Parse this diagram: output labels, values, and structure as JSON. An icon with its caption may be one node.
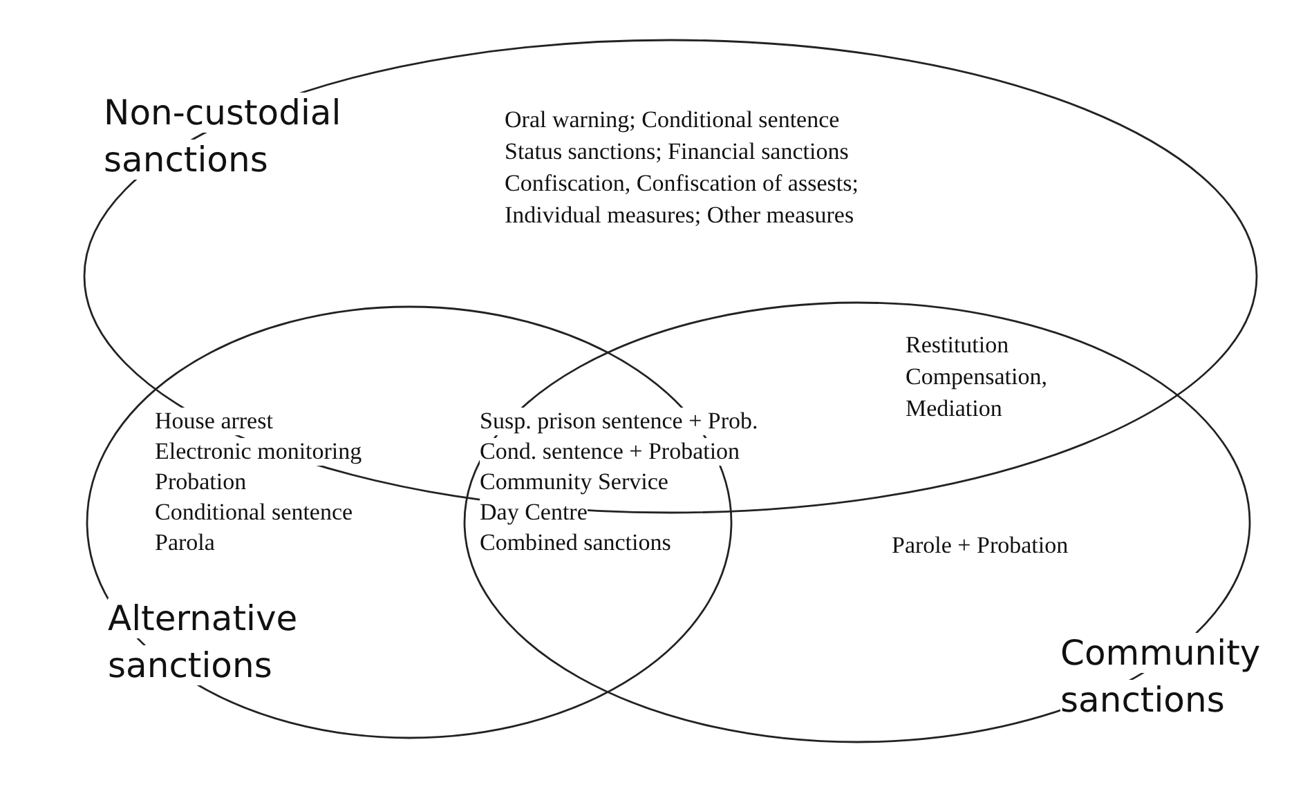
{
  "diagram": {
    "nodes": [
      {
        "text": [
          "Non-custodial sanctions"
        ]
      },
      {
        "text": [
          "Alternative sanctions"
        ]
      },
      {
        "text": [
          "Community sanctions"
        ]
      }
    ],
    "labels": [
      "Oral warning; Conditional sentence",
      "Status sanctions; Financial sanctions",
      "Confiscation, Confiscation of assests;",
      "Individual measures; Other measures",
      "House arrest",
      "Electronic monitoring",
      "Probation",
      "Conditional sentence",
      "Parola",
      "Susp. prison sentence + Prob.",
      "Cond. sentence + Probation",
      "Community Service",
      "Day Centre",
      "Combined sanctions",
      "Restitution",
      "Compensation,",
      "Mediation",
      "Parole + Probation"
    ]
  }
}
